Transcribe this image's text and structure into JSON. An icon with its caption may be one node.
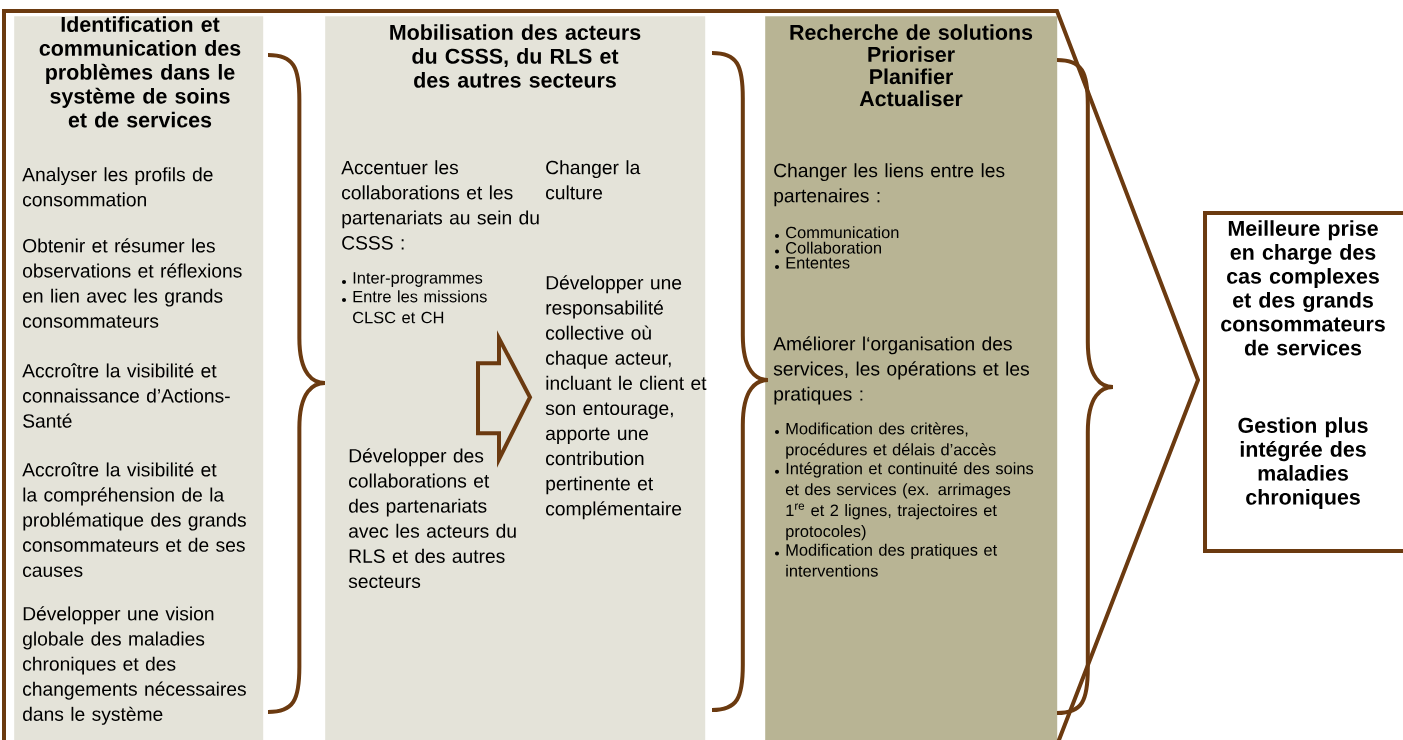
{
  "diagram": {
    "nodes": [
      {
        "text": [
          "Identification et communication des problèmes dans le système de soins et de services",
          "Analyser les profils de consommation",
          "Obtenir et résumer les observations et réflexions en lien avec les grands consommateurs",
          "Accroître la visibilité et connaissance d’Actions-Santé",
          "Accroître la visibilité et la compréhension de la problématique des grands consommateurs et de ses causes",
          "Développer une vision globale des maladies chroniques et des changements nécessaires dans le système"
        ]
      },
      {
        "text": [
          "Mobilisation des acteurs du CSSS, du RLS et des autres secteurs",
          "Accentuer les collaborations et les partenariats au sein du CSSS :",
          "Inter-programmes",
          "Entre les missions CLSC et CH",
          "Développer des collaborations et des partenariats avec les acteurs du RLS et des autres secteurs",
          "Changer la culture"
        ]
      },
      {
        "text": [
          "Développer une responsabilité collective où chaque acteur, incluant le client et son entourage, apporte une contribution pertinente et complémentaire"
        ],
        "in": 1
      },
      {
        "text": [
          "Recherche de solutions",
          "Prioriser",
          "Planifier",
          "Actualiser",
          "Changer les liens entre les partenaires :",
          "Communication",
          "Collaboration",
          "Ententes",
          "Améliorer l‘organisation des services, les opérations et les pratiques :",
          "Modification des critères, procédures et délais d’accès",
          "Intégration et continuité des soins et des services (ex. arrimages 1$^{re}$ et 2 lignes,  trajectoires et protocoles)",
          "Modification des pratiques et interventions"
        ]
      },
      {
        "text": [
          "Meilleure prise en charge des cas complexes et des grands consommateurs de services",
          "Gestion plus intégrée des maladies chroniques"
        ]
      }
    ],
    "edges": [
      {
        "from": null,
        "to": 2,
        "arrow": "to"
      }
    ]
  }
}
